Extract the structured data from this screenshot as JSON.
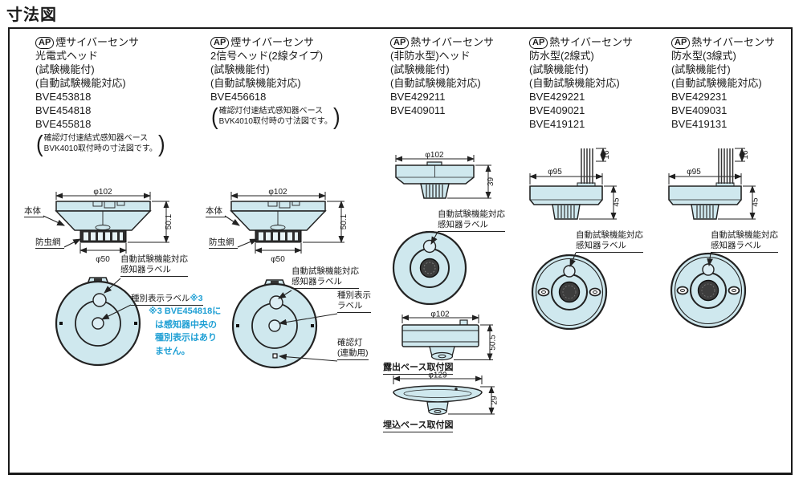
{
  "page": {
    "title": "寸法図"
  },
  "shared": {
    "label_body": "本体",
    "label_mesh": "防虫網",
    "callout_auto1": "自動試験機能対応",
    "callout_auto2": "感知器ラベル"
  },
  "columns": [
    {
      "badge": "AP",
      "product": "煙サイバーセンサ",
      "sub": "光電式ヘッド",
      "feat1": "(試験機能付)",
      "feat2": "(自動試験機能対応)",
      "models": [
        "BVE453818",
        "BVE454818",
        "BVE455818"
      ],
      "paren1": "確認灯付速結式感知器ベース",
      "paren2": "BVK4010取付時の寸法図です。",
      "dim_width": "φ102",
      "dim_height": "50.1",
      "dim_mesh": "φ50",
      "callout_type": "種別表示ラベル",
      "callout_type_ref": "※3",
      "note1": "※3 BVE454818に",
      "note2": "は感知器中央の",
      "note3": "種別表示はあり",
      "note4": "ません。"
    },
    {
      "badge": "AP",
      "product": "煙サイバーセンサ",
      "sub": "2信号ヘッド(2線タイプ)",
      "feat1": "(試験機能付)",
      "feat2": "(自動試験機能対応)",
      "models": [
        "BVE456618"
      ],
      "paren1": "確認灯付速結式感知器ベース",
      "paren2": "BVK4010取付時の寸法図です。",
      "dim_width": "φ102",
      "dim_height": "50.1",
      "dim_mesh": "φ50",
      "callout_type1": "種別表示",
      "callout_type2": "ラベル",
      "callout_lamp1": "確認灯",
      "callout_lamp2": "(連動用)"
    },
    {
      "badge": "AP",
      "product": "熱サイバーセンサ",
      "sub": "(非防水型)ヘッド",
      "feat1": "(試験機能付)",
      "feat2": "(自動試験機能対応)",
      "models": [
        "BVE429211",
        "BVE409011"
      ],
      "dim_width": "φ102",
      "dim_height": "39",
      "base1_dim_width": "φ102",
      "base1_dim_height": "50.5",
      "base1_caption": "露出ベース取付図",
      "base2_dim_width": "φ129",
      "base2_dim_height": "29",
      "base2_caption": "埋込ベース取付図"
    },
    {
      "badge": "AP",
      "product": "熱サイバーセンサ",
      "sub": "防水型(2線式)",
      "feat1": "(試験機能付)",
      "feat2": "(自動試験機能対応)",
      "models": [
        "BVE429221",
        "BVE409021",
        "BVE419121"
      ],
      "dim_wire": "16",
      "dim_width": "φ95",
      "dim_height": "45"
    },
    {
      "badge": "AP",
      "product": "熱サイバーセンサ",
      "sub": "防水型(3線式)",
      "feat1": "(試験機能付)",
      "feat2": "(自動試験機能対応)",
      "models": [
        "BVE429231",
        "BVE409031",
        "BVE419131"
      ],
      "dim_wire": "16",
      "dim_width": "φ95",
      "dim_height": "45"
    }
  ]
}
